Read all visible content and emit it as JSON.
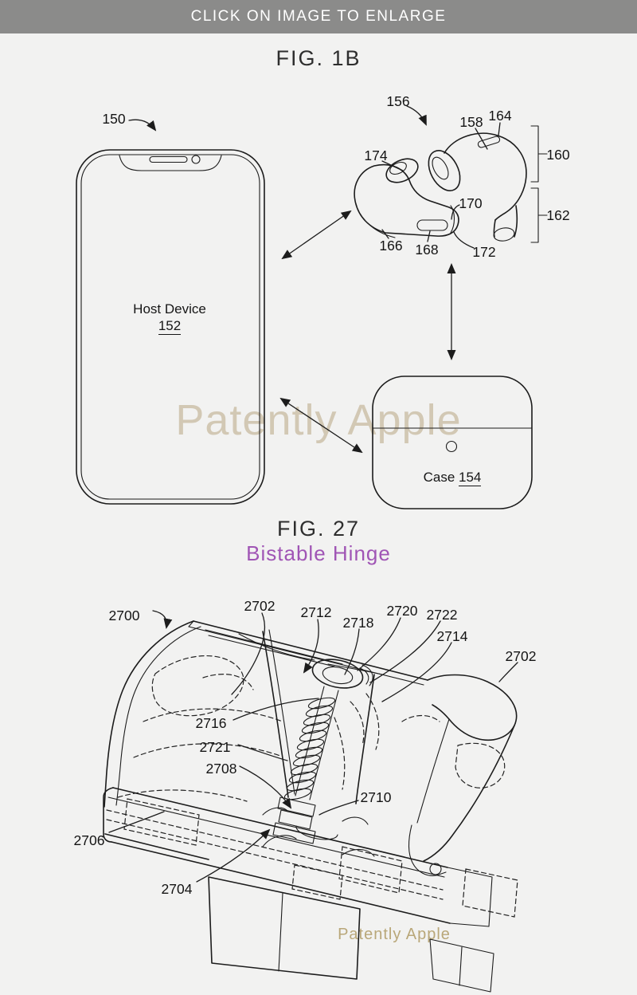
{
  "banner": {
    "text": "CLICK ON IMAGE TO ENLARGE"
  },
  "fig1b": {
    "title": "FIG. 1B",
    "host_device_label": "Host Device",
    "host_device_ref": "152",
    "case_label": "Case",
    "case_ref": "154",
    "refs": {
      "r150": "150",
      "r156": "156",
      "r174": "174",
      "r158": "158",
      "r164": "164",
      "r160": "160",
      "r162": "162",
      "r170": "170",
      "r166": "166",
      "r168": "168",
      "r172": "172"
    }
  },
  "fig27": {
    "title": "FIG. 27",
    "subtitle": "Bistable Hinge",
    "refs": {
      "r2700": "2700",
      "r2702a": "2702",
      "r2712": "2712",
      "r2718": "2718",
      "r2720": "2720",
      "r2722": "2722",
      "r2714": "2714",
      "r2702b": "2702",
      "r2716": "2716",
      "r2721": "2721",
      "r2708": "2708",
      "r2710": "2710",
      "r2706": "2706",
      "r2704": "2704"
    }
  },
  "watermark": {
    "large": "Patently Apple",
    "small": "Patently Apple"
  },
  "colors": {
    "banner_bg": "#8b8b8a",
    "page_bg": "#f2f2f1",
    "accent_purple": "#a055b5",
    "watermark_large": "#d2c8b4",
    "watermark_small": "#b9a779",
    "ink": "#1c1c1c"
  }
}
